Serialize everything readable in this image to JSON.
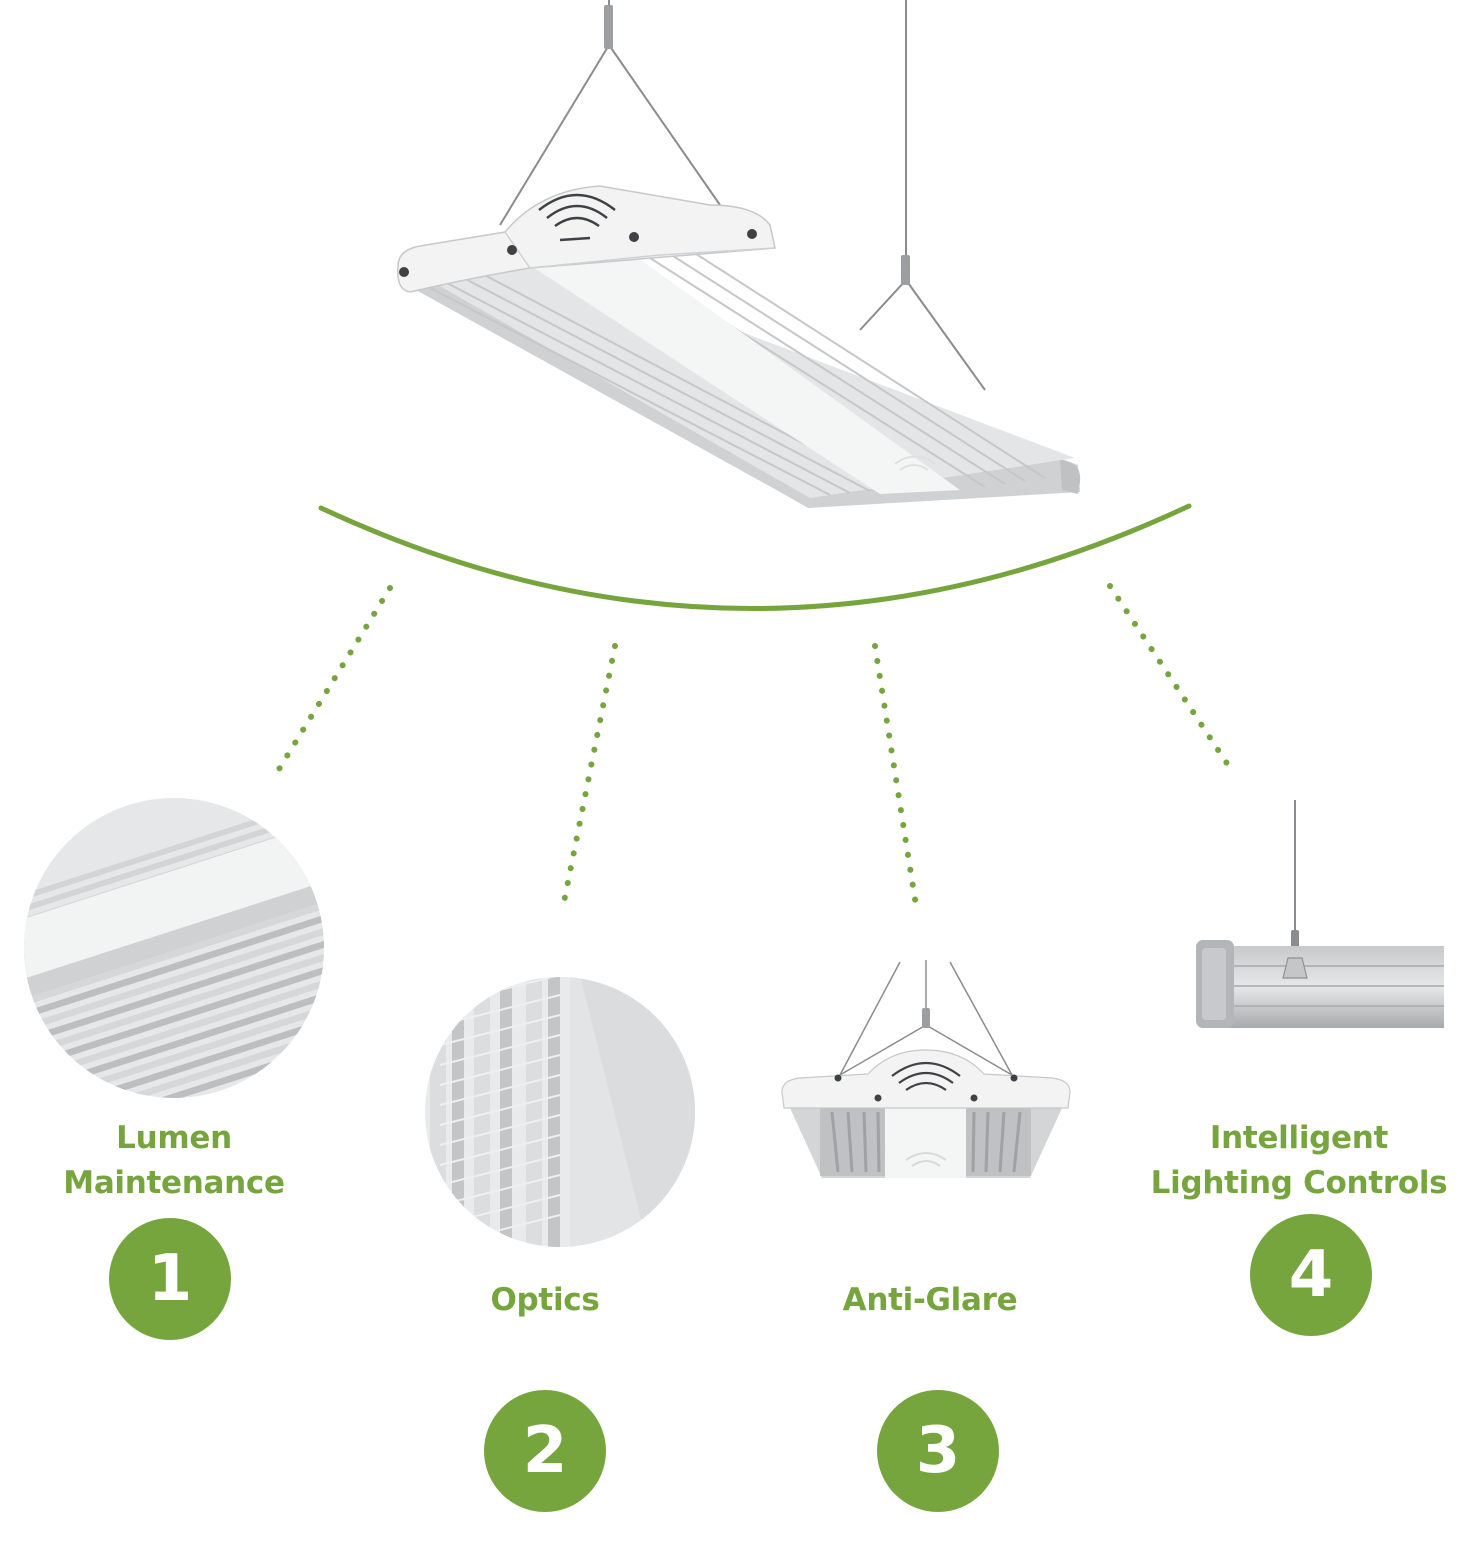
{
  "colors": {
    "accent": "#76a53e",
    "fixture_light": "#f1f2f2",
    "fixture_mid": "#d9dadb",
    "fixture_dark": "#a9abad"
  },
  "features": [
    {
      "number": "1",
      "label": "Lumen Maintenance",
      "icon": "heatsink-closeup-icon"
    },
    {
      "number": "2",
      "label": "Optics",
      "icon": "lens-closeup-icon"
    },
    {
      "number": "3",
      "label": "Anti-Glare",
      "icon": "fixture-front-icon"
    },
    {
      "number": "4",
      "label": "Intelligent Lighting Controls",
      "icon": "fixture-side-icon"
    }
  ],
  "main_product": {
    "icon": "linear-high-bay-fixture-icon"
  }
}
